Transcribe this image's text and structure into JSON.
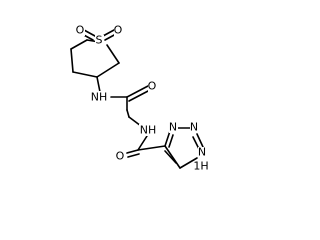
{
  "atoms": {
    "sulfonyl_o_left": "O",
    "sulfonyl_s": "S",
    "sulfonyl_o_right": "O",
    "amide_nh_upper": "NH",
    "carbonyl_o_upper": "O",
    "amide_nh_lower": "NH",
    "carbonyl_o_lower": "O",
    "triazole_n_top": "N",
    "triazole_n_mid": "N",
    "triazole_nh": "N",
    "triazole_h": "1H"
  },
  "colors": {
    "bond": "#000000",
    "label": "#000000",
    "background": "#ffffff"
  }
}
